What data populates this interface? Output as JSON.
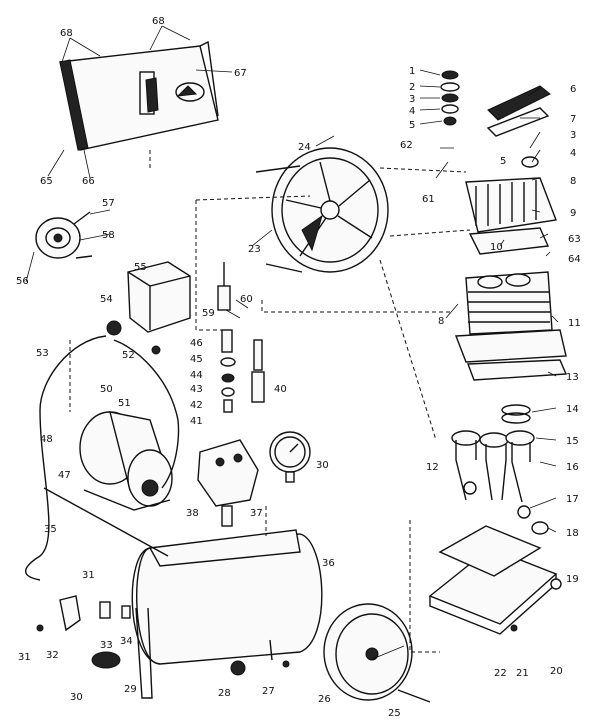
{
  "diagram": {
    "callouts": [
      "1",
      "2",
      "3",
      "4",
      "5",
      "6",
      "7",
      "3",
      "4",
      "5",
      "8",
      "9",
      "10",
      "63",
      "64",
      "11",
      "13",
      "14",
      "15",
      "16",
      "17",
      "18",
      "19",
      "20",
      "21",
      "22",
      "12",
      "8",
      "62",
      "61",
      "24",
      "23",
      "60",
      "59",
      "46",
      "45",
      "44",
      "43",
      "42",
      "41",
      "40",
      "30",
      "55",
      "54",
      "53",
      "52",
      "50",
      "51",
      "48",
      "47",
      "35",
      "38",
      "37",
      "36",
      "31",
      "32",
      "33",
      "34",
      "31",
      "30",
      "29",
      "28",
      "27",
      "26",
      "25",
      "56",
      "57",
      "58",
      "65",
      "66",
      "67",
      "68",
      "68"
    ]
  }
}
